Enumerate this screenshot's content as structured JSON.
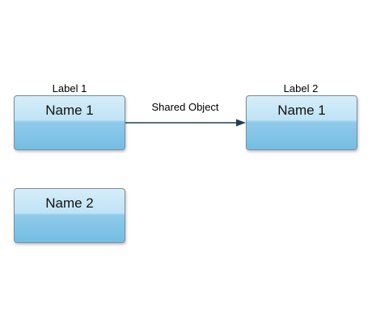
{
  "nodes": [
    {
      "name": "Name 1",
      "label": "Label 1"
    },
    {
      "name": "Name 1",
      "label": "Label 2"
    },
    {
      "name": "Name 2"
    }
  ],
  "edge": {
    "label": "Shared Object",
    "color": "#1f3f57"
  }
}
